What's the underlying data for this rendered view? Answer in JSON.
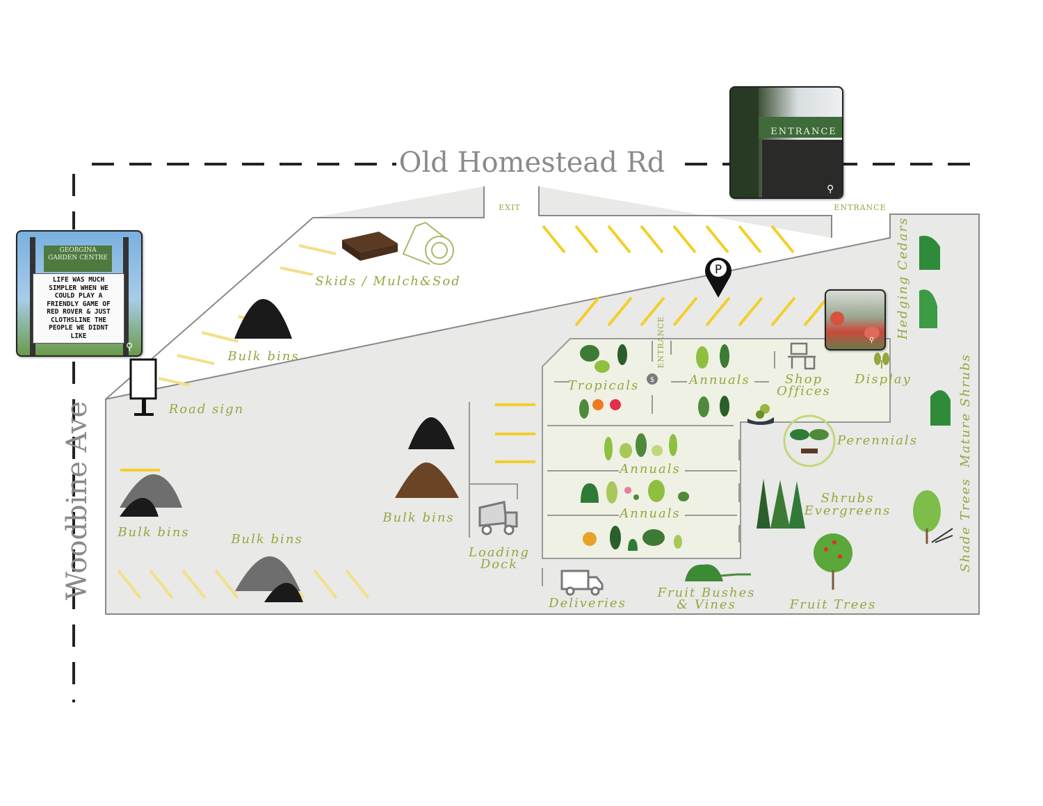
{
  "roads": {
    "north": "Old Homestead Rd",
    "west": "Woodbine Ave"
  },
  "gates": {
    "exit": "EXIT",
    "entrance_top": "ENTRANCE",
    "entrance_building": "ENTRANCE"
  },
  "labels": {
    "skids": "Skids / Mulch&Sod",
    "bulk_bins_top": "Bulk bins",
    "road_sign": "Road sign",
    "bulk_bins_left": "Bulk bins",
    "bulk_bins_bottom": "Bulk bins",
    "bulk_bins_center": "Bulk bins",
    "loading_dock_1": "Loading",
    "loading_dock_2": "Dock",
    "deliveries": "Deliveries",
    "fruit_bushes_1": "Fruit Bushes",
    "fruit_bushes_2": "& Vines",
    "fruit_trees": "Fruit Trees",
    "tropicals": "Tropicals",
    "annuals_top": "Annuals",
    "annuals_mid": "Annuals",
    "annuals_low": "Annuals",
    "shop_offices_1": "Shop",
    "shop_offices_2": "Offices",
    "display": "Display",
    "perennials": "Perennials",
    "shrubs_1": "Shrubs",
    "shrubs_2": "Evergreens",
    "hedging_cedars": "Hedging Cedars",
    "mature_shrubs": "Mature Shrubs",
    "shade_trees": "Shade Trees",
    "parking": "P",
    "cashier": "$"
  },
  "photos": {
    "sign_header": "GEORGINA GARDEN CENTRE",
    "sign_message": [
      "LIFE WAS MUCH",
      "SIMPLER WHEN WE",
      "COULD PLAY A",
      "FRIENDLY GAME OF",
      "RED ROVER & JUST",
      "CLOTHSLINE THE",
      "PEOPLE WE DIDNT",
      "LIKE"
    ],
    "entrance_sign": "ENTRANCE",
    "zoom_icon": "magnifier-icon"
  },
  "colors": {
    "lot": "#e8e8e6",
    "greenhouse": "#eef1e4",
    "label_green": "#97a53f",
    "parking_line": "#f2cf2a",
    "road_text": "#8a8a8a"
  }
}
